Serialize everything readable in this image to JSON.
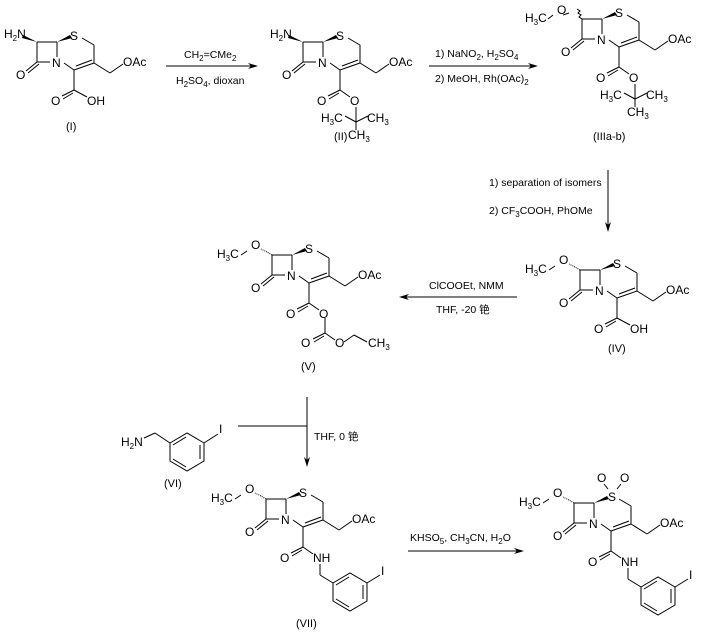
{
  "title": "Synthesis scheme of 7-methoxy cephalosporin sulfone amide",
  "compounds": [
    {
      "id": "I",
      "label": "(I)",
      "groups": [
        "H2N",
        "S",
        "N",
        "O",
        "OAc",
        "O",
        "OH"
      ]
    },
    {
      "id": "II",
      "label": "(II)",
      "groups": [
        "H2N",
        "S",
        "N",
        "O",
        "OAc",
        "O",
        "O",
        "H3C",
        "CH3",
        "CH3"
      ]
    },
    {
      "id": "IIIa-b",
      "label": "(IIIa-b)",
      "groups": [
        "H3C",
        "O",
        "S",
        "N",
        "O",
        "OAc",
        "O",
        "O",
        "H3C",
        "CH3",
        "CH3"
      ]
    },
    {
      "id": "IV",
      "label": "(IV)",
      "groups": [
        "H3C",
        "O",
        "S",
        "N",
        "O",
        "OAc",
        "O",
        "OH"
      ]
    },
    {
      "id": "V",
      "label": "(V)",
      "groups": [
        "H3C",
        "O",
        "S",
        "N",
        "O",
        "OAc",
        "O",
        "O",
        "O",
        "O",
        "CH3"
      ]
    },
    {
      "id": "VI",
      "label": "(VI)",
      "groups": [
        "H2N",
        "I"
      ]
    },
    {
      "id": "VII",
      "label": "(VII)",
      "groups": [
        "H3C",
        "O",
        "S",
        "N",
        "O",
        "OAc",
        "O",
        "NH",
        "I"
      ]
    },
    {
      "id": "VIII",
      "label": "",
      "groups": [
        "H3C",
        "O",
        "O",
        "S",
        "O",
        "N",
        "O",
        "OAc",
        "O",
        "NH",
        "I"
      ]
    }
  ],
  "reactions": [
    {
      "step": 1,
      "above": [
        "CH",
        "2",
        "=CMe",
        "2"
      ],
      "below": [
        "H",
        "2",
        "SO",
        "4",
        ", dioxan"
      ]
    },
    {
      "step": 2,
      "above": [
        "1) NaNO",
        "2",
        ", H",
        "2",
        "SO",
        "4"
      ],
      "below": [
        "2) MeOH, Rh(OAc)",
        "2"
      ]
    },
    {
      "step": 3,
      "above": [
        "1) separation of isomers"
      ],
      "below": [
        "2) CF",
        "3",
        "COOH, PhOMe"
      ]
    },
    {
      "step": 4,
      "above": [
        "ClCOOEt, NMM"
      ],
      "below": [
        "THF, -20 铯"
      ]
    },
    {
      "step": 5,
      "side": [
        "THF, 0 铯"
      ]
    },
    {
      "step": 6,
      "above": [
        "KHSO",
        "5",
        ", CH",
        "3",
        "CN, H",
        "2",
        "O"
      ]
    }
  ],
  "text": {
    "H": "H",
    "N": "N",
    "S": "S",
    "O": "O",
    "I": "I",
    "C": "C",
    "OAc": "OAc",
    "OH": "OH",
    "NH": "NH",
    "CH": "CH",
    "sub2": "2",
    "sub3": "3",
    "labels": {
      "I": "(I)",
      "II": "(II)",
      "IIIab": "(IIIa-b)",
      "IV": "(IV)",
      "V": "(V)",
      "VI": "(VI)",
      "VII": "(VII)"
    },
    "r1a": "CH",
    "r1b": "2",
    "r1c": "=CMe",
    "r1d": "2",
    "r1e": "H",
    "r1f": "2",
    "r1g": "SO",
    "r1h": "4",
    "r1i": ", dioxan",
    "r2a": "1) NaNO",
    "r2b": "2",
    "r2c": ", H",
    "r2d": "2",
    "r2e": "SO",
    "r2f": "4",
    "r2g": "2) MeOH, Rh(OAc)",
    "r2h": "2",
    "r3a": "1) separation of isomers",
    "r3b": "2) CF",
    "r3c": "3",
    "r3d": "COOH, PhOMe",
    "r4a": "ClCOOEt, NMM",
    "r4b": "THF, -20 铯",
    "r5a": "THF, 0 铯",
    "r6a": "KHSO",
    "r6b": "5",
    "r6c": ", CH",
    "r6d": "3",
    "r6e": "CN, H",
    "r6f": "2",
    "r6g": "O"
  }
}
